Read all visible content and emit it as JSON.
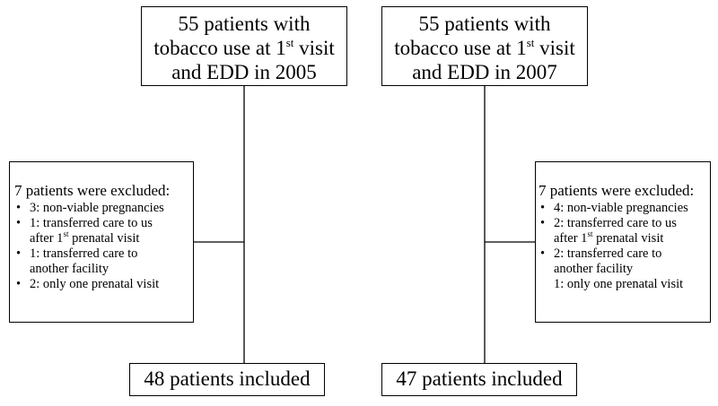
{
  "left": {
    "start": {
      "line1": "55 patients with",
      "line2_pre": "tobacco use at 1",
      "line2_sup": "st",
      "line2_post": " visit",
      "line3": "and EDD in 2005"
    },
    "excluded": {
      "title": "7 patients were excluded:",
      "items": [
        {
          "pre": "3: non-viable pregnancies",
          "sup": "",
          "post": "",
          "cont": "",
          "bullet": true
        },
        {
          "pre": "1: transferred care to us",
          "sup": "",
          "post": "",
          "cont_pre": "after 1",
          "cont_sup": "st",
          "cont_post": " prenatal visit",
          "bullet": true
        },
        {
          "pre": "1: transferred care to",
          "cont": "another facility",
          "bullet": true
        },
        {
          "pre": "2: only one prenatal visit",
          "bullet": true
        }
      ]
    },
    "end": {
      "label": "48 patients included"
    }
  },
  "right": {
    "start": {
      "line1": "55 patients with",
      "line2_pre": "tobacco use at 1",
      "line2_sup": "st",
      "line2_post": " visit",
      "line3": "and EDD in 2007"
    },
    "excluded": {
      "title": "7 patients were excluded:",
      "items": [
        {
          "pre": "4: non-viable pregnancies",
          "bullet": true
        },
        {
          "pre": "2: transferred care to us",
          "cont_pre": "after 1",
          "cont_sup": "st",
          "cont_post": " prenatal visit",
          "bullet": true
        },
        {
          "pre": "2: transferred care to",
          "cont": "another facility",
          "bullet": true
        },
        {
          "pre": "1: only one prenatal visit",
          "bullet": false
        }
      ]
    },
    "end": {
      "label": "47 patients included"
    }
  }
}
